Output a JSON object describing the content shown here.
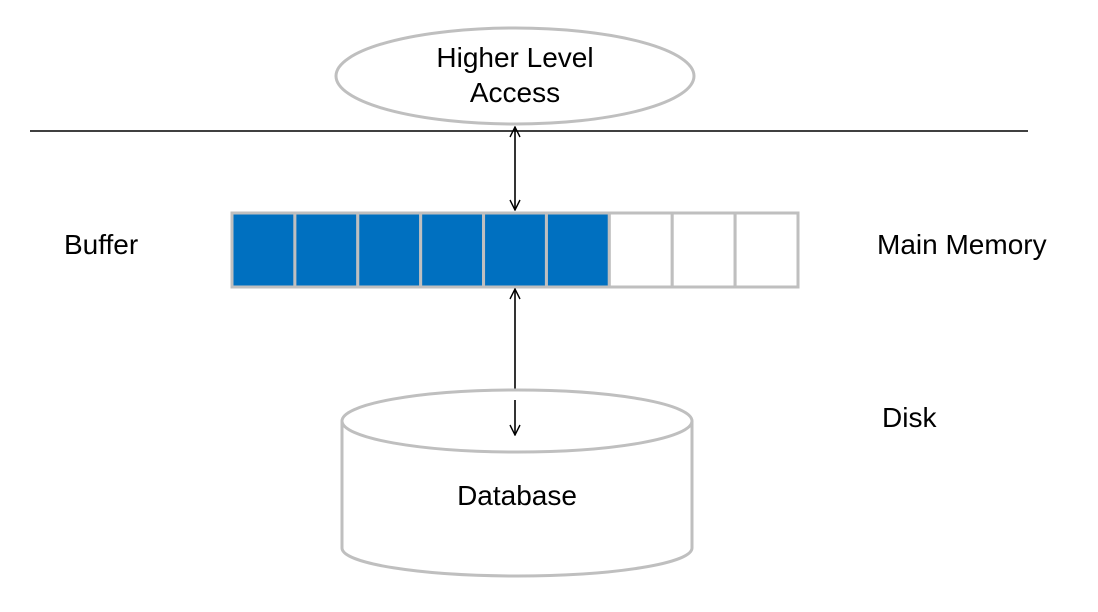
{
  "higher_level": {
    "line1": "Higher Level",
    "line2": "Access"
  },
  "labels": {
    "buffer": "Buffer",
    "main_memory": "Main Memory",
    "disk": "Disk",
    "database": "Database"
  },
  "buffer_slots": {
    "total": 9,
    "filled": 6
  },
  "colors": {
    "filled_slot": "#0070C0",
    "outline": "#BFBFBF",
    "line": "#000000"
  }
}
